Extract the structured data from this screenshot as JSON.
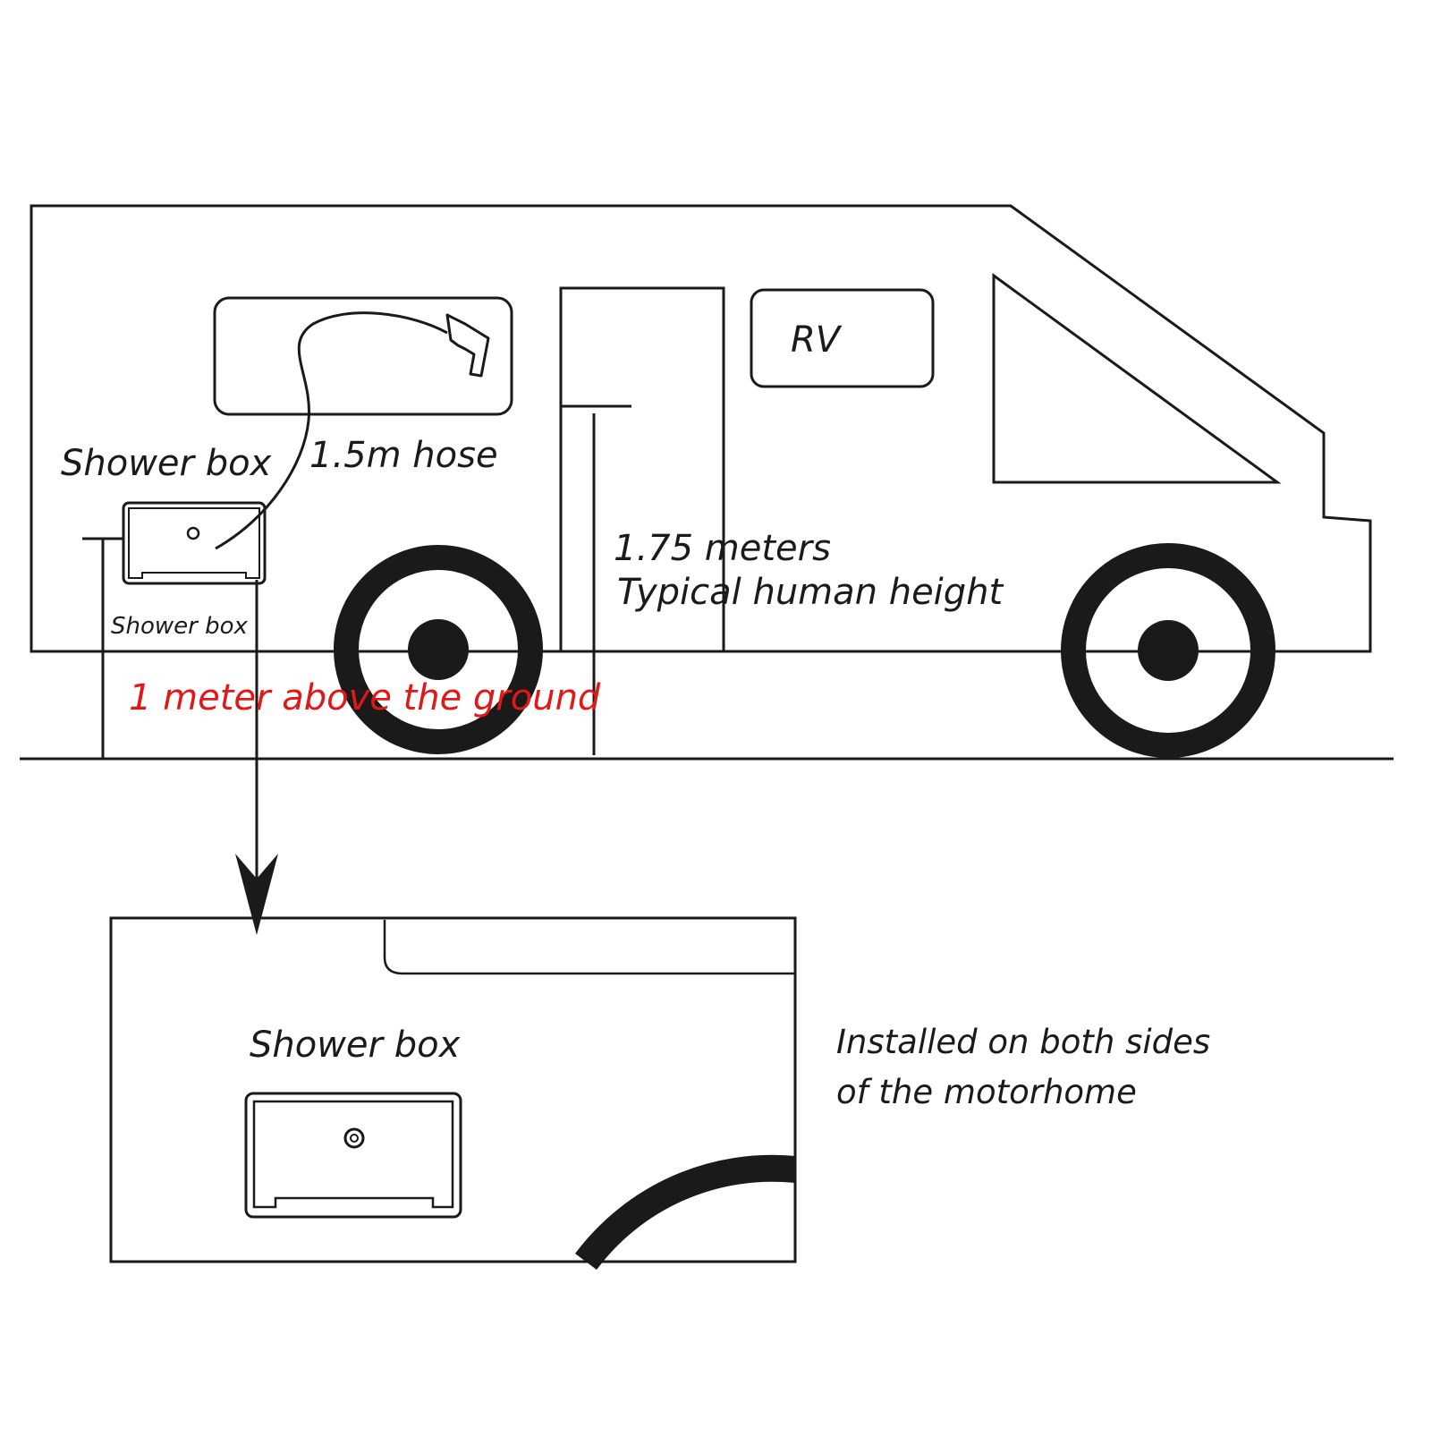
{
  "rv": {
    "label": "RV",
    "hose_label": "1.5m hose",
    "shower_box_label": "Shower box",
    "shower_box_small_label": "Shower box",
    "height_value_label": "1.75 meters",
    "height_desc_label": "Typical human height",
    "ground_label": "1 meter above the ground"
  },
  "detail": {
    "shower_box_label": "Shower box",
    "note_line1": "Installed on both sides",
    "note_line2": "of the motorhome"
  },
  "colors": {
    "line": "#1a1a1a",
    "accent": "#e01818",
    "background": "#ffffff"
  }
}
